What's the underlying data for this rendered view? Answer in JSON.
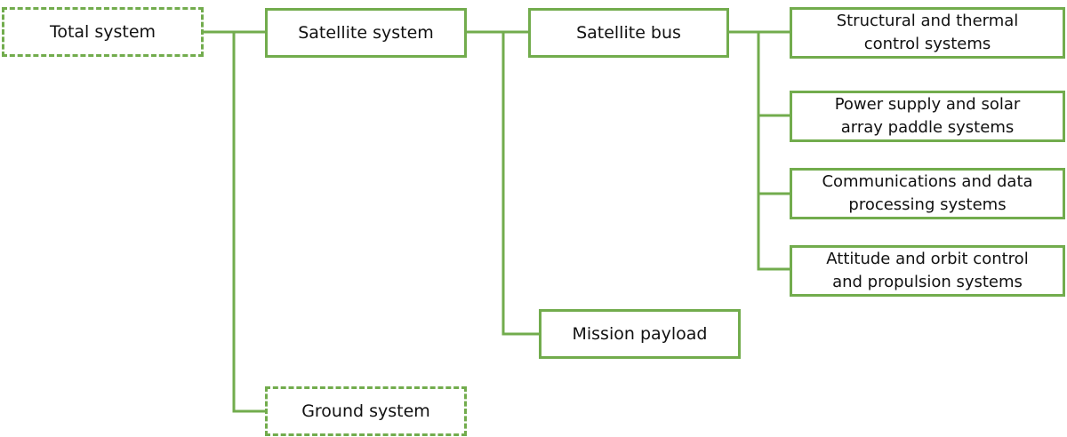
{
  "colors": {
    "line": "#72ac4d",
    "text": "#111111",
    "background": "#ffffff"
  },
  "nodes": {
    "total_system": "Total system",
    "satellite_system": "Satellite system",
    "ground_system": "Ground system",
    "satellite_bus": "Satellite bus",
    "mission_payload": "Mission payload",
    "structural_thermal": "Structural and thermal\ncontrol systems",
    "power_supply": "Power supply and solar\narray paddle systems",
    "communications": "Communications and data\nprocessing systems",
    "attitude_orbit": "Attitude and orbit control\nand propulsion systems"
  }
}
